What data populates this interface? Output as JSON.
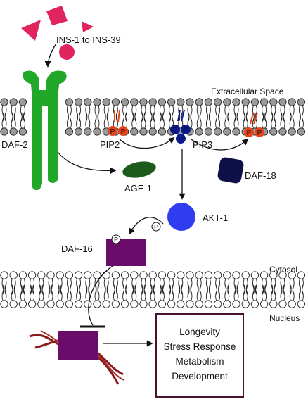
{
  "colors": {
    "ligand": "#e0245e",
    "receptor": "#22a829",
    "lipid_head_outer": "#9a9a9a",
    "lipid_head_inner": "#ffffff",
    "phosphate": "#e8441a",
    "pip3": "#0b1a8c",
    "age1": "#1d5a1d",
    "daf18": "#101048",
    "akt1": "#2f3cf0",
    "daf16": "#6b0c6a",
    "dna": "#8b1a1a",
    "outcome_border": "#4a1030"
  },
  "labels": {
    "ligand": "INS-1 to INS-39",
    "extracellular": "Extracellular Space",
    "receptor": "DAF-2",
    "pip2": "PIP2",
    "pip3": "PIP3",
    "age1": "AGE-1",
    "daf18": "DAF-18",
    "akt1": "AKT-1",
    "daf16": "DAF-16",
    "cytosol": "Cytosol",
    "nucleus": "Nucleus",
    "phosphate_symbol": "P"
  },
  "outcomes": [
    "Longevity",
    "Stress Response",
    "Metabolism",
    "Development"
  ]
}
